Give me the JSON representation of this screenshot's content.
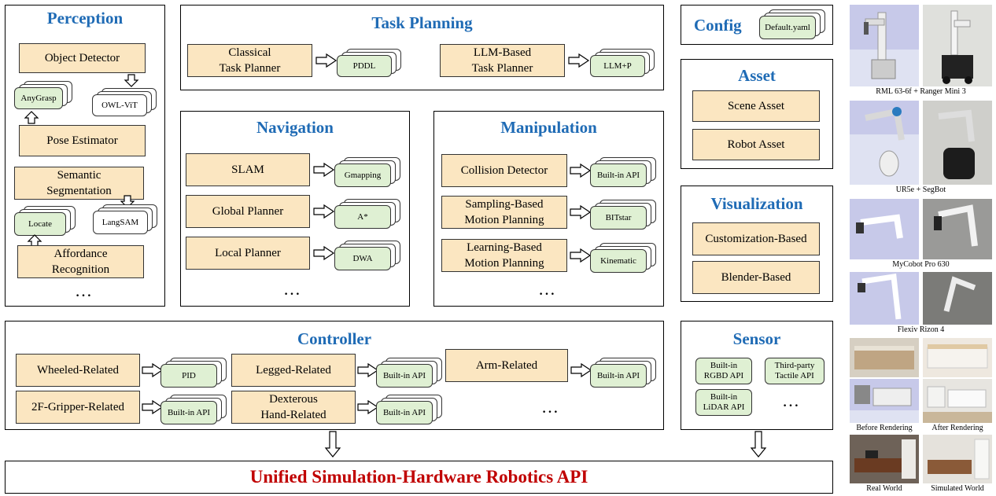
{
  "perception": {
    "title": "Perception",
    "object_detector": "Object Detector",
    "anygrasp": "AnyGrasp",
    "owlvit": "OWL-ViT",
    "pose_estimator": "Pose Estimator",
    "semantic_segmentation": "Semantic\nSegmentation",
    "locate": "Locate",
    "langsam": "LangSAM",
    "affordance": "Affordance\nRecognition",
    "dots": "…"
  },
  "task_planning": {
    "title": "Task Planning",
    "classical": "Classical\nTask Planner",
    "pddl": "PDDL",
    "llm_based": "LLM-Based\nTask Planner",
    "llmp": "LLM+P"
  },
  "config": {
    "title": "Config",
    "file": "Default.yaml"
  },
  "asset": {
    "title": "Asset",
    "scene": "Scene Asset",
    "robot": "Robot Asset"
  },
  "navigation": {
    "title": "Navigation",
    "slam": "SLAM",
    "gmapping": "Gmapping",
    "global": "Global Planner",
    "astar": "A*",
    "local": "Local Planner",
    "dwa": "DWA",
    "dots": "…"
  },
  "manipulation": {
    "title": "Manipulation",
    "collision": "Collision Detector",
    "builtin": "Built-in API",
    "sampling": "Sampling-Based\nMotion Planning",
    "bitstar": "BITstar",
    "learning": "Learning-Based\nMotion Planning",
    "kinematic": "Kinematic",
    "dots": "…"
  },
  "visualization": {
    "title": "Visualization",
    "custom": "Customization-Based",
    "blender": "Blender-Based"
  },
  "controller": {
    "title": "Controller",
    "wheeled": "Wheeled-Related",
    "pid": "PID",
    "legged": "Legged-Related",
    "legged_api": "Built-in API",
    "arm": "Arm-Related",
    "arm_api": "Built-in API",
    "gripper": "2F-Gripper-Related",
    "gripper_api": "Built-in API",
    "dexterous": "Dexterous\nHand-Related",
    "dex_api": "Built-in API",
    "dots": "…"
  },
  "sensor": {
    "title": "Sensor",
    "rgbd": "Built-in\nRGBD API",
    "tactile": "Third-party\nTactile API",
    "lidar": "Built-in\nLiDAR API",
    "dots": "…"
  },
  "unified": {
    "title": "Unified Simulation-Hardware Robotics API"
  },
  "gallery": {
    "cap1": "RML 63-6f + Ranger Mini 3",
    "cap2": "UR5e + SegBot",
    "cap3": "MyCobot Pro 630",
    "cap4": "Flexiv Rizon 4",
    "cap5a": "Before Rendering",
    "cap5b": "After Rendering",
    "cap6a": "Real World",
    "cap6b": "Simulated World"
  },
  "colors": {
    "title_blue": "#1f6bb5",
    "module_fill": "#fbe6c1",
    "api_fill": "#dff0d3",
    "unified_red": "#c00000"
  }
}
